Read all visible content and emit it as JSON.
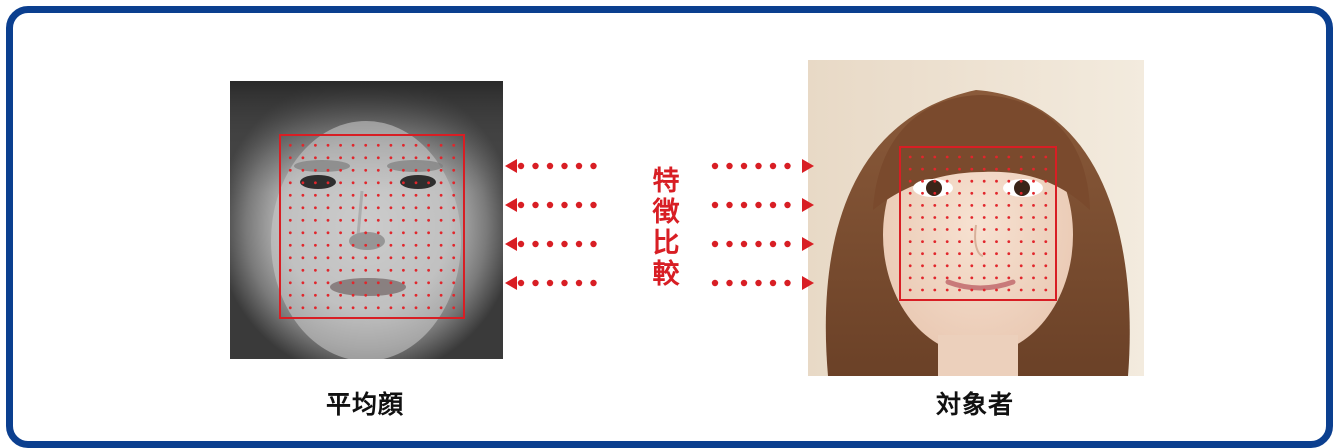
{
  "left_caption": "平均顔",
  "right_caption": "対象者",
  "center_label": [
    "特",
    "徴",
    "比",
    "較"
  ],
  "colors": {
    "frame_border": "#0b3f8f",
    "accent_red": "#d81e24",
    "caption_text": "#111111"
  },
  "icons": {
    "left_face": "average-face-grayscale-photo",
    "right_face": "subject-woman-photo",
    "arrows": "dotted-red-arrows"
  }
}
